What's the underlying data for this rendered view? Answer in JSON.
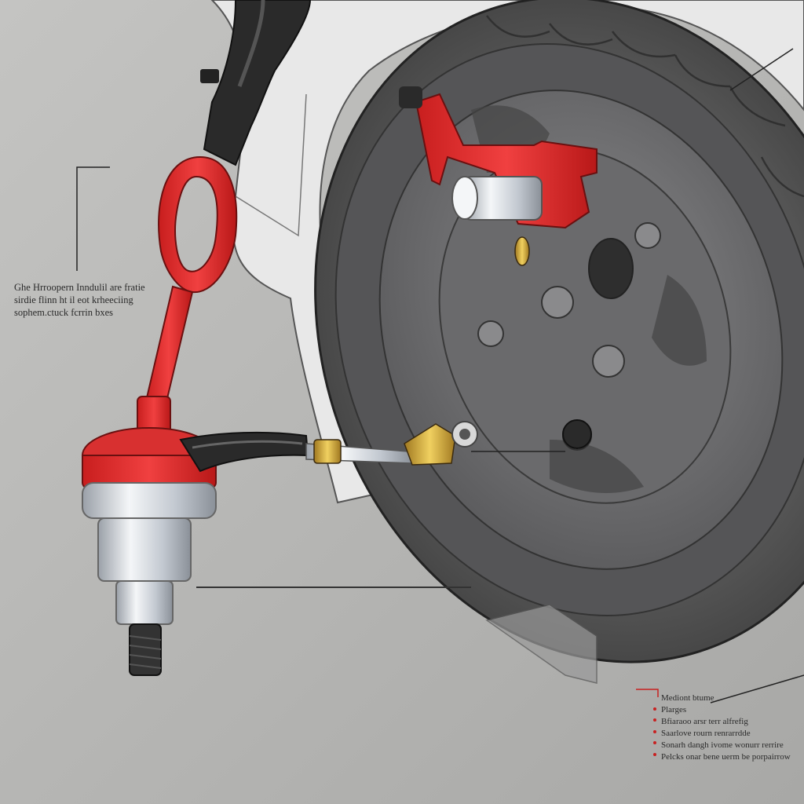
{
  "callouts": {
    "left": {
      "lines": [
        "Ghe Hrroopern Inndulil are fratie",
        "sirdie flinn ht il eot krheeciing",
        "sophem.ctuck fcrrin bxes"
      ]
    },
    "right": {
      "lines": [
        "Mediont btume",
        "Plarges",
        "Bfiaraoo arsr terr alfrefig",
        "Saarlove rourn renrarrdde",
        "Sonarh dangh ivome wonurr rerrire",
        "Pelcks onar bene uerm be porpairrow"
      ]
    }
  },
  "colors": {
    "background": "#b4b4b2",
    "accent_red": "#e02a2a",
    "tire": "#4a4a4a",
    "rim": "#6e6e70",
    "body_panel": "#e8e8e8"
  }
}
